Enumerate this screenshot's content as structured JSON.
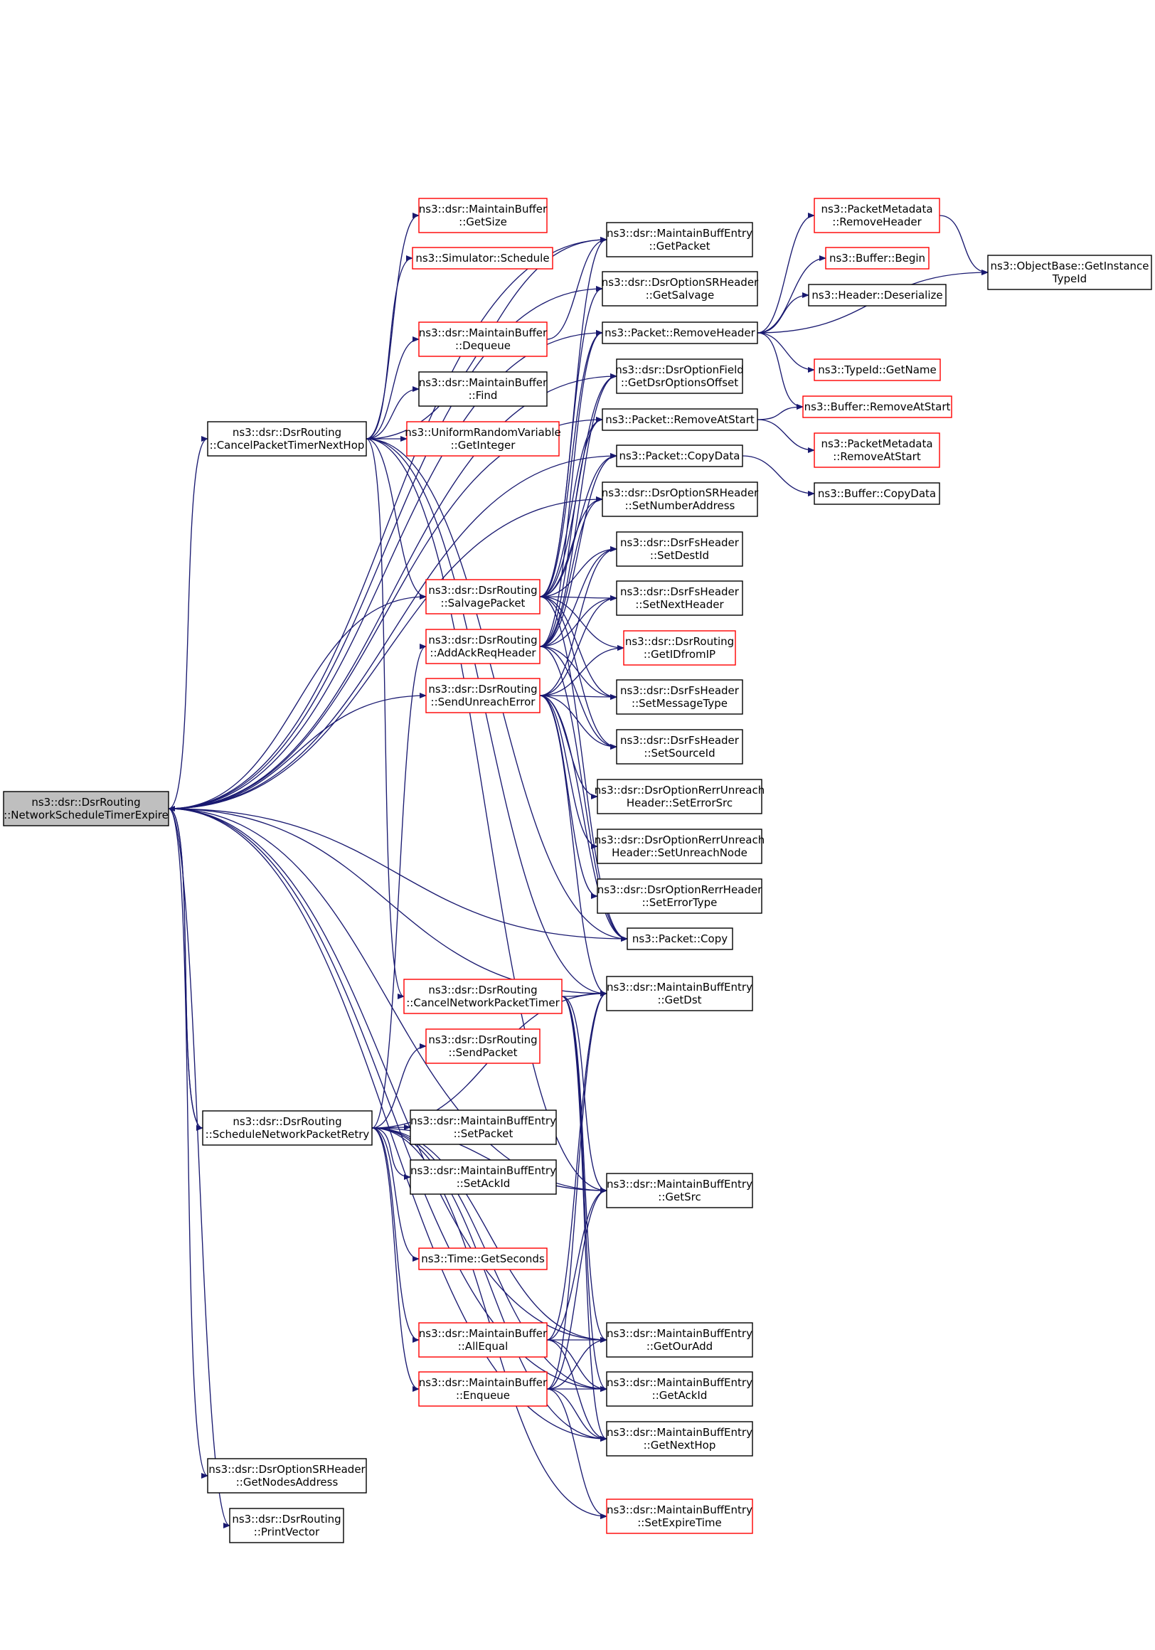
{
  "colors": {
    "edge": "#191970",
    "normal_border": "#000000",
    "truncated_border": "#ff0000",
    "root_fill": "#bfbfbf",
    "node_fill": "#ffffff"
  },
  "graph": {
    "nodes": [
      {
        "id": "root",
        "label": [
          "ns3::dsr::DsrRouting",
          "::NetworkScheduleTimerExpire"
        ],
        "style": "root"
      },
      {
        "id": "cptnh",
        "label": [
          "ns3::dsr::DsrRouting",
          "::CancelPacketTimerNextHop"
        ],
        "style": "normal"
      },
      {
        "id": "snpr",
        "label": [
          "ns3::dsr::DsrRouting",
          "::ScheduleNetworkPacketRetry"
        ],
        "style": "normal"
      },
      {
        "id": "gna",
        "label": [
          "ns3::dsr::DsrOptionSRHeader",
          "::GetNodesAddress"
        ],
        "style": "normal"
      },
      {
        "id": "pv",
        "label": [
          "ns3::dsr::DsrRouting",
          "::PrintVector"
        ],
        "style": "normal"
      },
      {
        "id": "mb_getsize",
        "label": [
          "ns3::dsr::MaintainBuffer",
          "::GetSize"
        ],
        "style": "truncated"
      },
      {
        "id": "sim_sched",
        "label": [
          "ns3::Simulator::Schedule"
        ],
        "style": "truncated"
      },
      {
        "id": "mb_deq",
        "label": [
          "ns3::dsr::MaintainBuffer",
          "::Dequeue"
        ],
        "style": "truncated"
      },
      {
        "id": "mb_find",
        "label": [
          "ns3::dsr::MaintainBuffer",
          "::Find"
        ],
        "style": "normal"
      },
      {
        "id": "urv",
        "label": [
          "ns3::UniformRandomVariable",
          "::GetInteger"
        ],
        "style": "truncated"
      },
      {
        "id": "salvage",
        "label": [
          "ns3::dsr::DsrRouting",
          "::SalvagePacket"
        ],
        "style": "truncated"
      },
      {
        "id": "addack",
        "label": [
          "ns3::dsr::DsrRouting",
          "::AddAckReqHeader"
        ],
        "style": "truncated"
      },
      {
        "id": "sendunreach",
        "label": [
          "ns3::dsr::DsrRouting",
          "::SendUnreachError"
        ],
        "style": "truncated"
      },
      {
        "id": "cnpt",
        "label": [
          "ns3::dsr::DsrRouting",
          "::CancelNetworkPacketTimer"
        ],
        "style": "truncated"
      },
      {
        "id": "sendpacket",
        "label": [
          "ns3::dsr::DsrRouting",
          "::SendPacket"
        ],
        "style": "truncated"
      },
      {
        "id": "mbe_setpacket",
        "label": [
          "ns3::dsr::MaintainBuffEntry",
          "::SetPacket"
        ],
        "style": "normal"
      },
      {
        "id": "mbe_setackid",
        "label": [
          "ns3::dsr::MaintainBuffEntry",
          "::SetAckId"
        ],
        "style": "normal"
      },
      {
        "id": "time_getsec",
        "label": [
          "ns3::Time::GetSeconds"
        ],
        "style": "truncated"
      },
      {
        "id": "mb_allequal",
        "label": [
          "ns3::dsr::MaintainBuffer",
          "::AllEqual"
        ],
        "style": "truncated"
      },
      {
        "id": "mb_enq",
        "label": [
          "ns3::dsr::MaintainBuffer",
          "::Enqueue"
        ],
        "style": "truncated"
      },
      {
        "id": "mbe_getpacket",
        "label": [
          "ns3::dsr::MaintainBuffEntry",
          "::GetPacket"
        ],
        "style": "normal"
      },
      {
        "id": "sr_getsalvage",
        "label": [
          "ns3::dsr::DsrOptionSRHeader",
          "::GetSalvage"
        ],
        "style": "normal"
      },
      {
        "id": "pkt_removeheader",
        "label": [
          "ns3::Packet::RemoveHeader"
        ],
        "style": "normal"
      },
      {
        "id": "of_getoff",
        "label": [
          "ns3::dsr::DsrOptionField",
          "::GetDsrOptionsOffset"
        ],
        "style": "normal"
      },
      {
        "id": "pkt_removeatstart",
        "label": [
          "ns3::Packet::RemoveAtStart"
        ],
        "style": "normal"
      },
      {
        "id": "pkt_copydata",
        "label": [
          "ns3::Packet::CopyData"
        ],
        "style": "normal"
      },
      {
        "id": "sr_setnum",
        "label": [
          "ns3::dsr::DsrOptionSRHeader",
          "::SetNumberAddress"
        ],
        "style": "normal"
      },
      {
        "id": "fs_setdest",
        "label": [
          "ns3::dsr::DsrFsHeader",
          "::SetDestId"
        ],
        "style": "normal"
      },
      {
        "id": "fs_setnext",
        "label": [
          "ns3::dsr::DsrFsHeader",
          "::SetNextHeader"
        ],
        "style": "normal"
      },
      {
        "id": "getidfromip",
        "label": [
          "ns3::dsr::DsrRouting",
          "::GetIDfromIP"
        ],
        "style": "truncated"
      },
      {
        "id": "fs_setmsg",
        "label": [
          "ns3::dsr::DsrFsHeader",
          "::SetMessageType"
        ],
        "style": "normal"
      },
      {
        "id": "fs_setsrc",
        "label": [
          "ns3::dsr::DsrFsHeader",
          "::SetSourceId"
        ],
        "style": "normal"
      },
      {
        "id": "rerr_setsrc",
        "label": [
          "ns3::dsr::DsrOptionRerrUnreach",
          "Header::SetErrorSrc"
        ],
        "style": "normal"
      },
      {
        "id": "rerr_setnode",
        "label": [
          "ns3::dsr::DsrOptionRerrUnreach",
          "Header::SetUnreachNode"
        ],
        "style": "normal"
      },
      {
        "id": "rerr_settype",
        "label": [
          "ns3::dsr::DsrOptionRerrHeader",
          "::SetErrorType"
        ],
        "style": "normal"
      },
      {
        "id": "pkt_copy",
        "label": [
          "ns3::Packet::Copy"
        ],
        "style": "normal"
      },
      {
        "id": "mbe_getdst",
        "label": [
          "ns3::dsr::MaintainBuffEntry",
          "::GetDst"
        ],
        "style": "normal"
      },
      {
        "id": "mbe_getsrc",
        "label": [
          "ns3::dsr::MaintainBuffEntry",
          "::GetSrc"
        ],
        "style": "normal"
      },
      {
        "id": "mbe_getouradd",
        "label": [
          "ns3::dsr::MaintainBuffEntry",
          "::GetOurAdd"
        ],
        "style": "normal"
      },
      {
        "id": "mbe_getackid",
        "label": [
          "ns3::dsr::MaintainBuffEntry",
          "::GetAckId"
        ],
        "style": "normal"
      },
      {
        "id": "mbe_getnexthop",
        "label": [
          "ns3::dsr::MaintainBuffEntry",
          "::GetNextHop"
        ],
        "style": "normal"
      },
      {
        "id": "mbe_setexpire",
        "label": [
          "ns3::dsr::MaintainBuffEntry",
          "::SetExpireTime"
        ],
        "style": "truncated"
      },
      {
        "id": "pm_removeheader",
        "label": [
          "ns3::PacketMetadata",
          "::RemoveHeader"
        ],
        "style": "truncated"
      },
      {
        "id": "buf_begin",
        "label": [
          "ns3::Buffer::Begin"
        ],
        "style": "truncated"
      },
      {
        "id": "hdr_deser",
        "label": [
          "ns3::Header::Deserialize"
        ],
        "style": "normal"
      },
      {
        "id": "typeid_getname",
        "label": [
          "ns3::TypeId::GetName"
        ],
        "style": "truncated"
      },
      {
        "id": "buf_removeatstart",
        "label": [
          "ns3::Buffer::RemoveAtStart"
        ],
        "style": "truncated"
      },
      {
        "id": "pm_removeatstart",
        "label": [
          "ns3::PacketMetadata",
          "::RemoveAtStart"
        ],
        "style": "truncated"
      },
      {
        "id": "buf_copydata",
        "label": [
          "ns3::Buffer::CopyData"
        ],
        "style": "normal"
      },
      {
        "id": "ob_gettypeid",
        "label": [
          "ns3::ObjectBase::GetInstance",
          "TypeId"
        ],
        "style": "normal"
      }
    ],
    "edges": [
      [
        "root",
        "cptnh"
      ],
      [
        "root",
        "snpr"
      ],
      [
        "root",
        "gna"
      ],
      [
        "root",
        "pv"
      ],
      [
        "root",
        "mbe_getpacket"
      ],
      [
        "root",
        "sr_getsalvage"
      ],
      [
        "root",
        "pkt_removeheader"
      ],
      [
        "root",
        "of_getoff"
      ],
      [
        "root",
        "pkt_removeatstart"
      ],
      [
        "root",
        "pkt_copydata"
      ],
      [
        "root",
        "sr_setnum"
      ],
      [
        "root",
        "sendunreach"
      ],
      [
        "root",
        "pkt_copy"
      ],
      [
        "root",
        "mbe_getdst"
      ],
      [
        "root",
        "mbe_getsrc"
      ],
      [
        "root",
        "mbe_getouradd"
      ],
      [
        "root",
        "mbe_getackid"
      ],
      [
        "root",
        "mbe_getnexthop"
      ],
      [
        "root",
        "salvage"
      ],
      [
        "cptnh",
        "mb_getsize"
      ],
      [
        "cptnh",
        "sim_sched"
      ],
      [
        "cptnh",
        "mb_deq"
      ],
      [
        "cptnh",
        "mb_find"
      ],
      [
        "cptnh",
        "urv"
      ],
      [
        "cptnh",
        "salvage"
      ],
      [
        "cptnh",
        "cnpt"
      ],
      [
        "cptnh",
        "pkt_copy"
      ],
      [
        "cptnh",
        "mbe_getdst"
      ],
      [
        "cptnh",
        "mbe_getsrc"
      ],
      [
        "cptnh",
        "mbe_getpacket"
      ],
      [
        "snpr",
        "root"
      ],
      [
        "snpr",
        "addack"
      ],
      [
        "snpr",
        "sendpacket"
      ],
      [
        "snpr",
        "mbe_setpacket"
      ],
      [
        "snpr",
        "mbe_setackid"
      ],
      [
        "snpr",
        "time_getsec"
      ],
      [
        "snpr",
        "mb_allequal"
      ],
      [
        "snpr",
        "mb_enq"
      ],
      [
        "snpr",
        "mbe_getdst"
      ],
      [
        "snpr",
        "mbe_getsrc"
      ],
      [
        "snpr",
        "mbe_getouradd"
      ],
      [
        "snpr",
        "mbe_getackid"
      ],
      [
        "snpr",
        "mbe_getnexthop"
      ],
      [
        "snpr",
        "mbe_setexpire"
      ],
      [
        "mb_deq",
        "mbe_getpacket"
      ],
      [
        "salvage",
        "mbe_getpacket"
      ],
      [
        "salvage",
        "sr_getsalvage"
      ],
      [
        "salvage",
        "pkt_removeheader"
      ],
      [
        "salvage",
        "of_getoff"
      ],
      [
        "salvage",
        "pkt_removeatstart"
      ],
      [
        "salvage",
        "pkt_copydata"
      ],
      [
        "salvage",
        "sr_setnum"
      ],
      [
        "salvage",
        "fs_setdest"
      ],
      [
        "salvage",
        "fs_setnext"
      ],
      [
        "salvage",
        "getidfromip"
      ],
      [
        "salvage",
        "fs_setmsg"
      ],
      [
        "salvage",
        "fs_setsrc"
      ],
      [
        "salvage",
        "pkt_copy"
      ],
      [
        "addack",
        "pkt_removeheader"
      ],
      [
        "addack",
        "of_getoff"
      ],
      [
        "addack",
        "pkt_removeatstart"
      ],
      [
        "addack",
        "pkt_copydata"
      ],
      [
        "addack",
        "sr_setnum"
      ],
      [
        "addack",
        "fs_setdest"
      ],
      [
        "addack",
        "fs_setnext"
      ],
      [
        "addack",
        "fs_setmsg"
      ],
      [
        "addack",
        "fs_setsrc"
      ],
      [
        "addack",
        "pkt_copy"
      ],
      [
        "sendunreach",
        "fs_setdest"
      ],
      [
        "sendunreach",
        "fs_setnext"
      ],
      [
        "sendunreach",
        "getidfromip"
      ],
      [
        "sendunreach",
        "fs_setmsg"
      ],
      [
        "sendunreach",
        "fs_setsrc"
      ],
      [
        "sendunreach",
        "rerr_setsrc"
      ],
      [
        "sendunreach",
        "rerr_setnode"
      ],
      [
        "sendunreach",
        "rerr_settype"
      ],
      [
        "sendunreach",
        "pkt_copy"
      ],
      [
        "sendunreach",
        "mbe_getdst"
      ],
      [
        "cnpt",
        "mbe_getdst"
      ],
      [
        "cnpt",
        "mbe_getsrc"
      ],
      [
        "cnpt",
        "mbe_getouradd"
      ],
      [
        "cnpt",
        "mbe_getackid"
      ],
      [
        "cnpt",
        "mbe_getnexthop"
      ],
      [
        "mb_allequal",
        "mbe_getdst"
      ],
      [
        "mb_allequal",
        "mbe_getsrc"
      ],
      [
        "mb_allequal",
        "mbe_getouradd"
      ],
      [
        "mb_allequal",
        "mbe_getackid"
      ],
      [
        "mb_allequal",
        "mbe_getnexthop"
      ],
      [
        "mb_enq",
        "mbe_getdst"
      ],
      [
        "mb_enq",
        "mbe_getsrc"
      ],
      [
        "mb_enq",
        "mbe_getouradd"
      ],
      [
        "mb_enq",
        "mbe_getackid"
      ],
      [
        "mb_enq",
        "mbe_getnexthop"
      ],
      [
        "mb_enq",
        "mbe_setexpire"
      ],
      [
        "pkt_removeheader",
        "pm_removeheader"
      ],
      [
        "pkt_removeheader",
        "buf_begin"
      ],
      [
        "pkt_removeheader",
        "hdr_deser"
      ],
      [
        "pkt_removeheader",
        "typeid_getname"
      ],
      [
        "pkt_removeheader",
        "buf_removeatstart"
      ],
      [
        "pkt_removeheader",
        "ob_gettypeid"
      ],
      [
        "pm_removeheader",
        "ob_gettypeid"
      ],
      [
        "pkt_removeatstart",
        "buf_removeatstart"
      ],
      [
        "pkt_removeatstart",
        "pm_removeatstart"
      ],
      [
        "pkt_copydata",
        "buf_copydata"
      ]
    ]
  }
}
